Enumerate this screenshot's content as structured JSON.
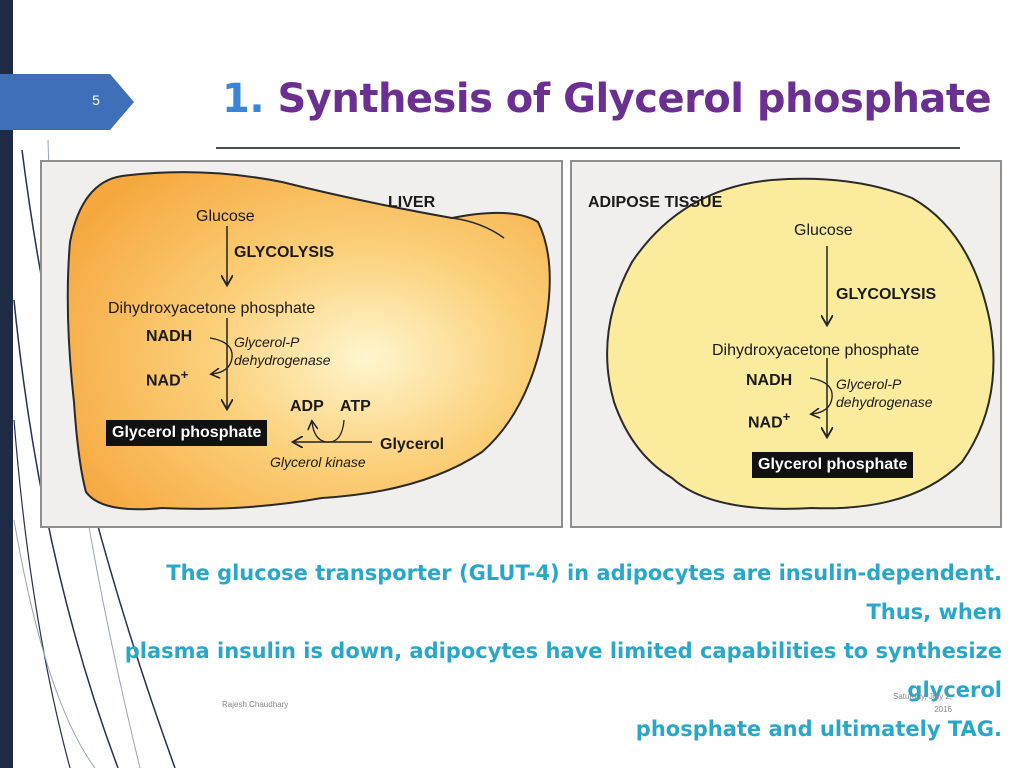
{
  "slide": {
    "page_number": "5",
    "title_number": "1.",
    "title_text": "Synthesis of Glycerol phosphate"
  },
  "liver": {
    "label": "LIVER",
    "glucose": "Glucose",
    "glycolysis": "GLYCOLYSIS",
    "dhap": "Dihydroxyacetone phosphate",
    "nadh": "NADH",
    "nad": "NAD",
    "nad_sup": "+",
    "enzyme_1": "Glycerol-P",
    "enzyme_2": "dehydrogenase",
    "product": "Glycerol phosphate",
    "adp": "ADP",
    "atp": "ATP",
    "glycerol": "Glycerol",
    "kinase": "Glycerol kinase"
  },
  "adipose": {
    "label": "ADIPOSE TISSUE",
    "glucose": "Glucose",
    "glycolysis": "GLYCOLYSIS",
    "dhap": "Dihydroxyacetone phosphate",
    "nadh": "NADH",
    "nad": "NAD",
    "nad_sup": "+",
    "enzyme_1": "Glycerol-P",
    "enzyme_2": "dehydrogenase",
    "product": "Glycerol phosphate"
  },
  "caption": {
    "line1": "The glucose transporter (GLUT-4) in adipocytes are insulin-dependent. Thus, when",
    "line2": "plasma insulin is down, adipocytes have limited capabilities to synthesize glycerol",
    "line3": "phosphate and ultimately TAG."
  },
  "footer": {
    "author": "Rajesh Chaudhary",
    "date_line1": "Saturday, July 2,",
    "date_line2": "2016"
  },
  "colors": {
    "title": "#6a2f90",
    "title_number": "#3a86d6",
    "caption": "#2aa7c8",
    "liver_fill": "#f6a73e",
    "adipose_fill": "#faec9c",
    "badge": "#3f6fb8"
  }
}
